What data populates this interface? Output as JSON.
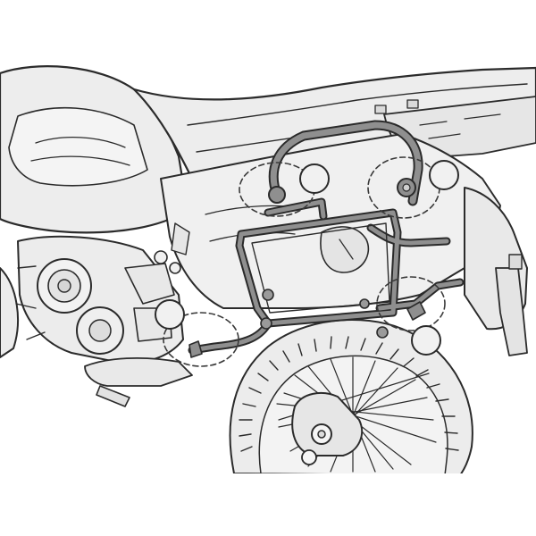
{
  "diagram": {
    "subject": "motorcycle-side-case-rack-mounting",
    "colors": {
      "background": "#ffffff",
      "outline": "#2b2b2b",
      "body_fill": "#ececec",
      "body_fill_light": "#f3f3f3",
      "rack_fill": "#8f8f8f",
      "rack_outline": "#2a2a2a",
      "callout_fill": "#f1f1f1",
      "dash": "#3a3a3a"
    },
    "icons": [
      "mounting-point-callout",
      "detail-circle",
      "tire-tread",
      "wheel-spokes"
    ],
    "callouts": [
      {
        "name": "callout-upper-left"
      },
      {
        "name": "callout-upper-right"
      },
      {
        "name": "callout-lower-left"
      },
      {
        "name": "callout-lower-right"
      }
    ]
  }
}
